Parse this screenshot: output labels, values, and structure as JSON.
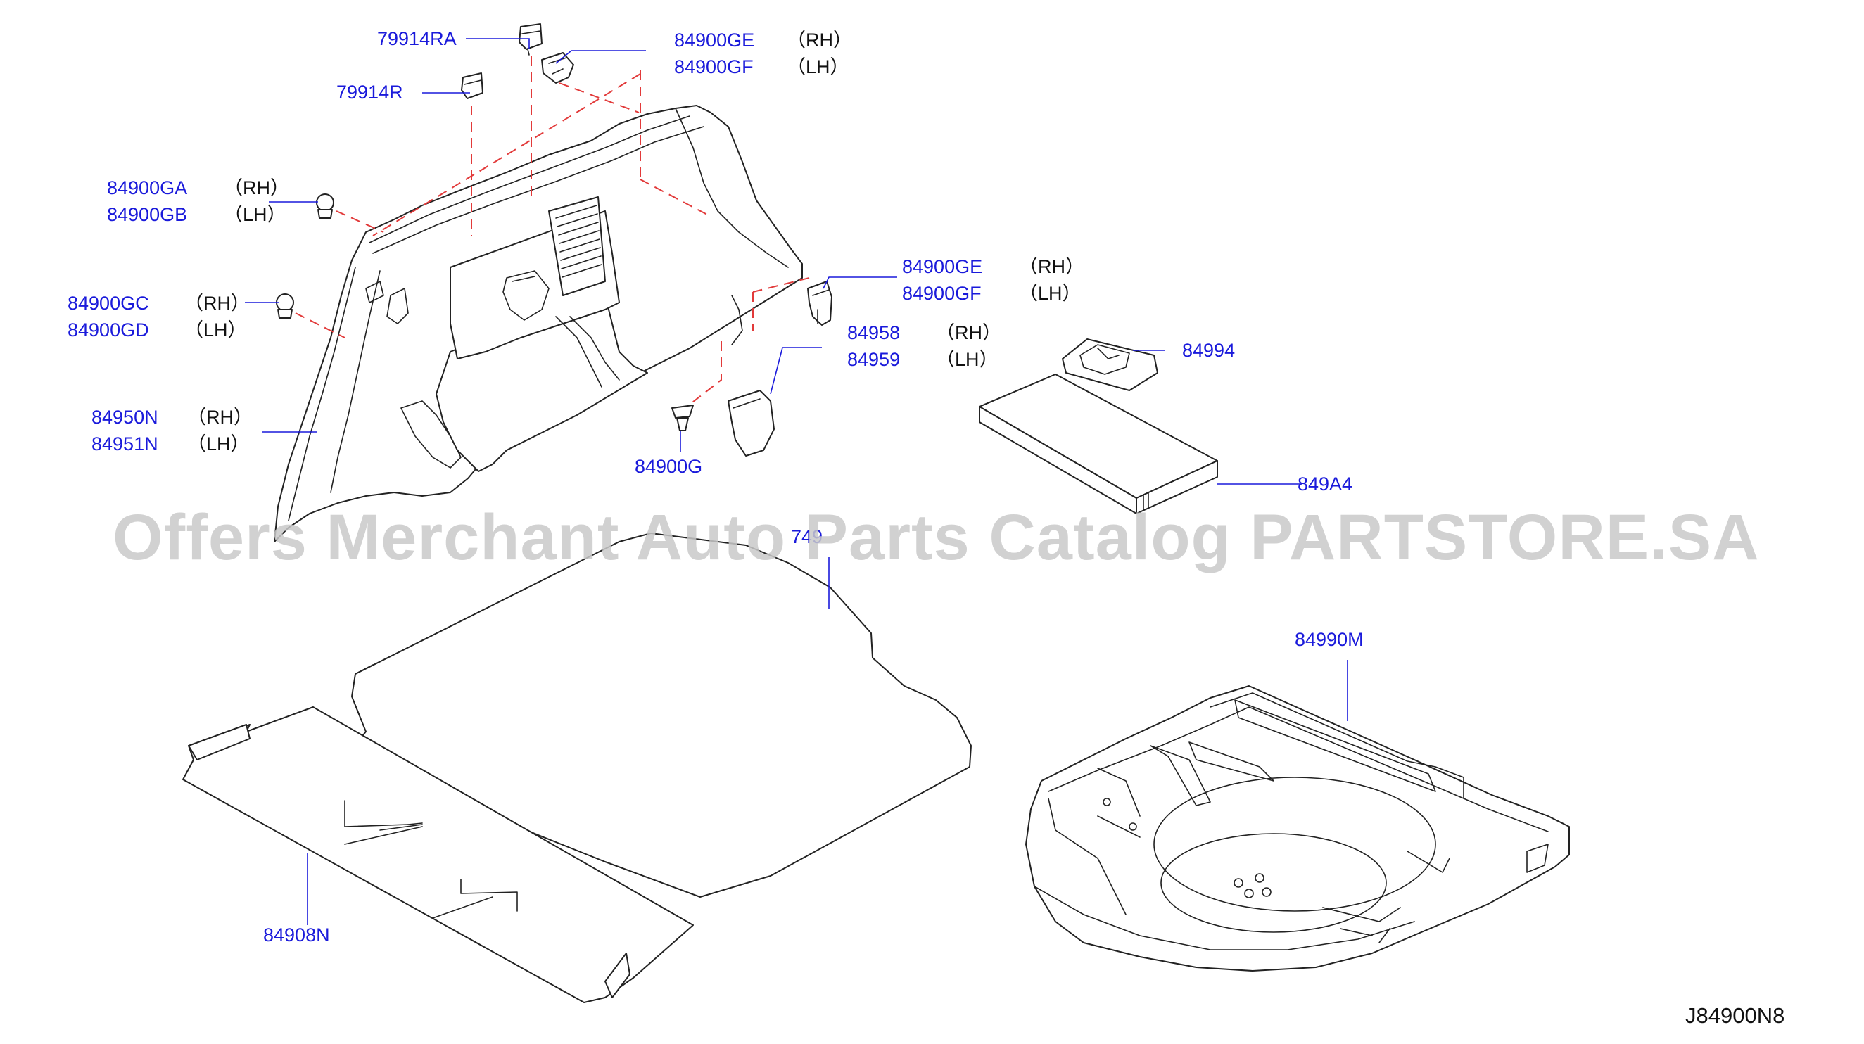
{
  "callouts": {
    "c79914RA": "79914RA",
    "c79914R": "79914R",
    "c84900GE_top": "84900GE",
    "c84900GF_top": "84900GF",
    "c84900GA": "84900GA",
    "c84900GB": "84900GB",
    "c84900GC": "84900GC",
    "c84900GD": "84900GD",
    "c84950N": "84950N",
    "c84951N": "84951N",
    "c84900GE_right": "84900GE",
    "c84900GF_right": "84900GF",
    "c84958": "84958",
    "c84959": "84959",
    "c84900G": "84900G",
    "c84994": "84994",
    "c849A4": "849A4",
    "c749": "749",
    "c84990M": "84990M",
    "c84908N": "84908N"
  },
  "sides": {
    "rh": "（RH）",
    "lh": "（LH）"
  },
  "diagram_code": "J84900N8",
  "watermark": "Offers Merchant Auto Parts Catalog PARTSTORE.SA",
  "colors": {
    "callout_text": "#1a1adb",
    "leader_line": "#1a1adb",
    "dashed_guide": "#e23a3a",
    "part_outline": "#222222",
    "watermark": "#c9c9c9"
  }
}
